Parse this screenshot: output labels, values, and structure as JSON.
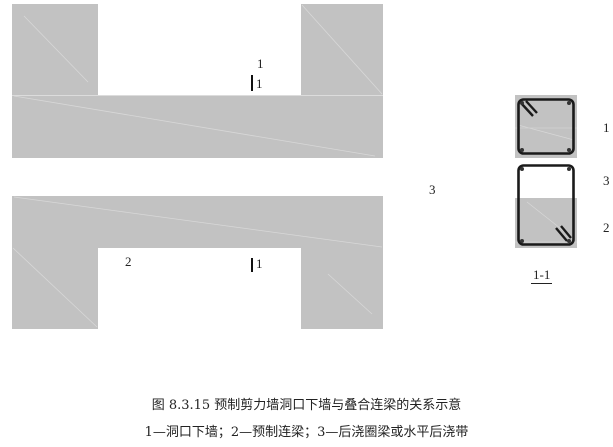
{
  "diagram": {
    "colors": {
      "concrete": "#c2c2c2",
      "rebar": "#1a1a1a",
      "background": "#ffffff",
      "text": "#222222"
    },
    "elevation_top": {
      "labels": {
        "callout": "1",
        "section_mark": "1"
      }
    },
    "elevation_bottom": {
      "labels": {
        "callout": "2",
        "section_mark": "1"
      }
    },
    "middle_label": "3",
    "section": {
      "title": "1-1",
      "labels": [
        "1",
        "3",
        "2"
      ]
    }
  },
  "caption": {
    "figure": "图 8.3.15  预制剪力墙洞口下墙与叠合连梁的关系示意",
    "legend": "1—洞口下墙；2—预制连梁；3—后浇圈梁或水平后浇带"
  }
}
